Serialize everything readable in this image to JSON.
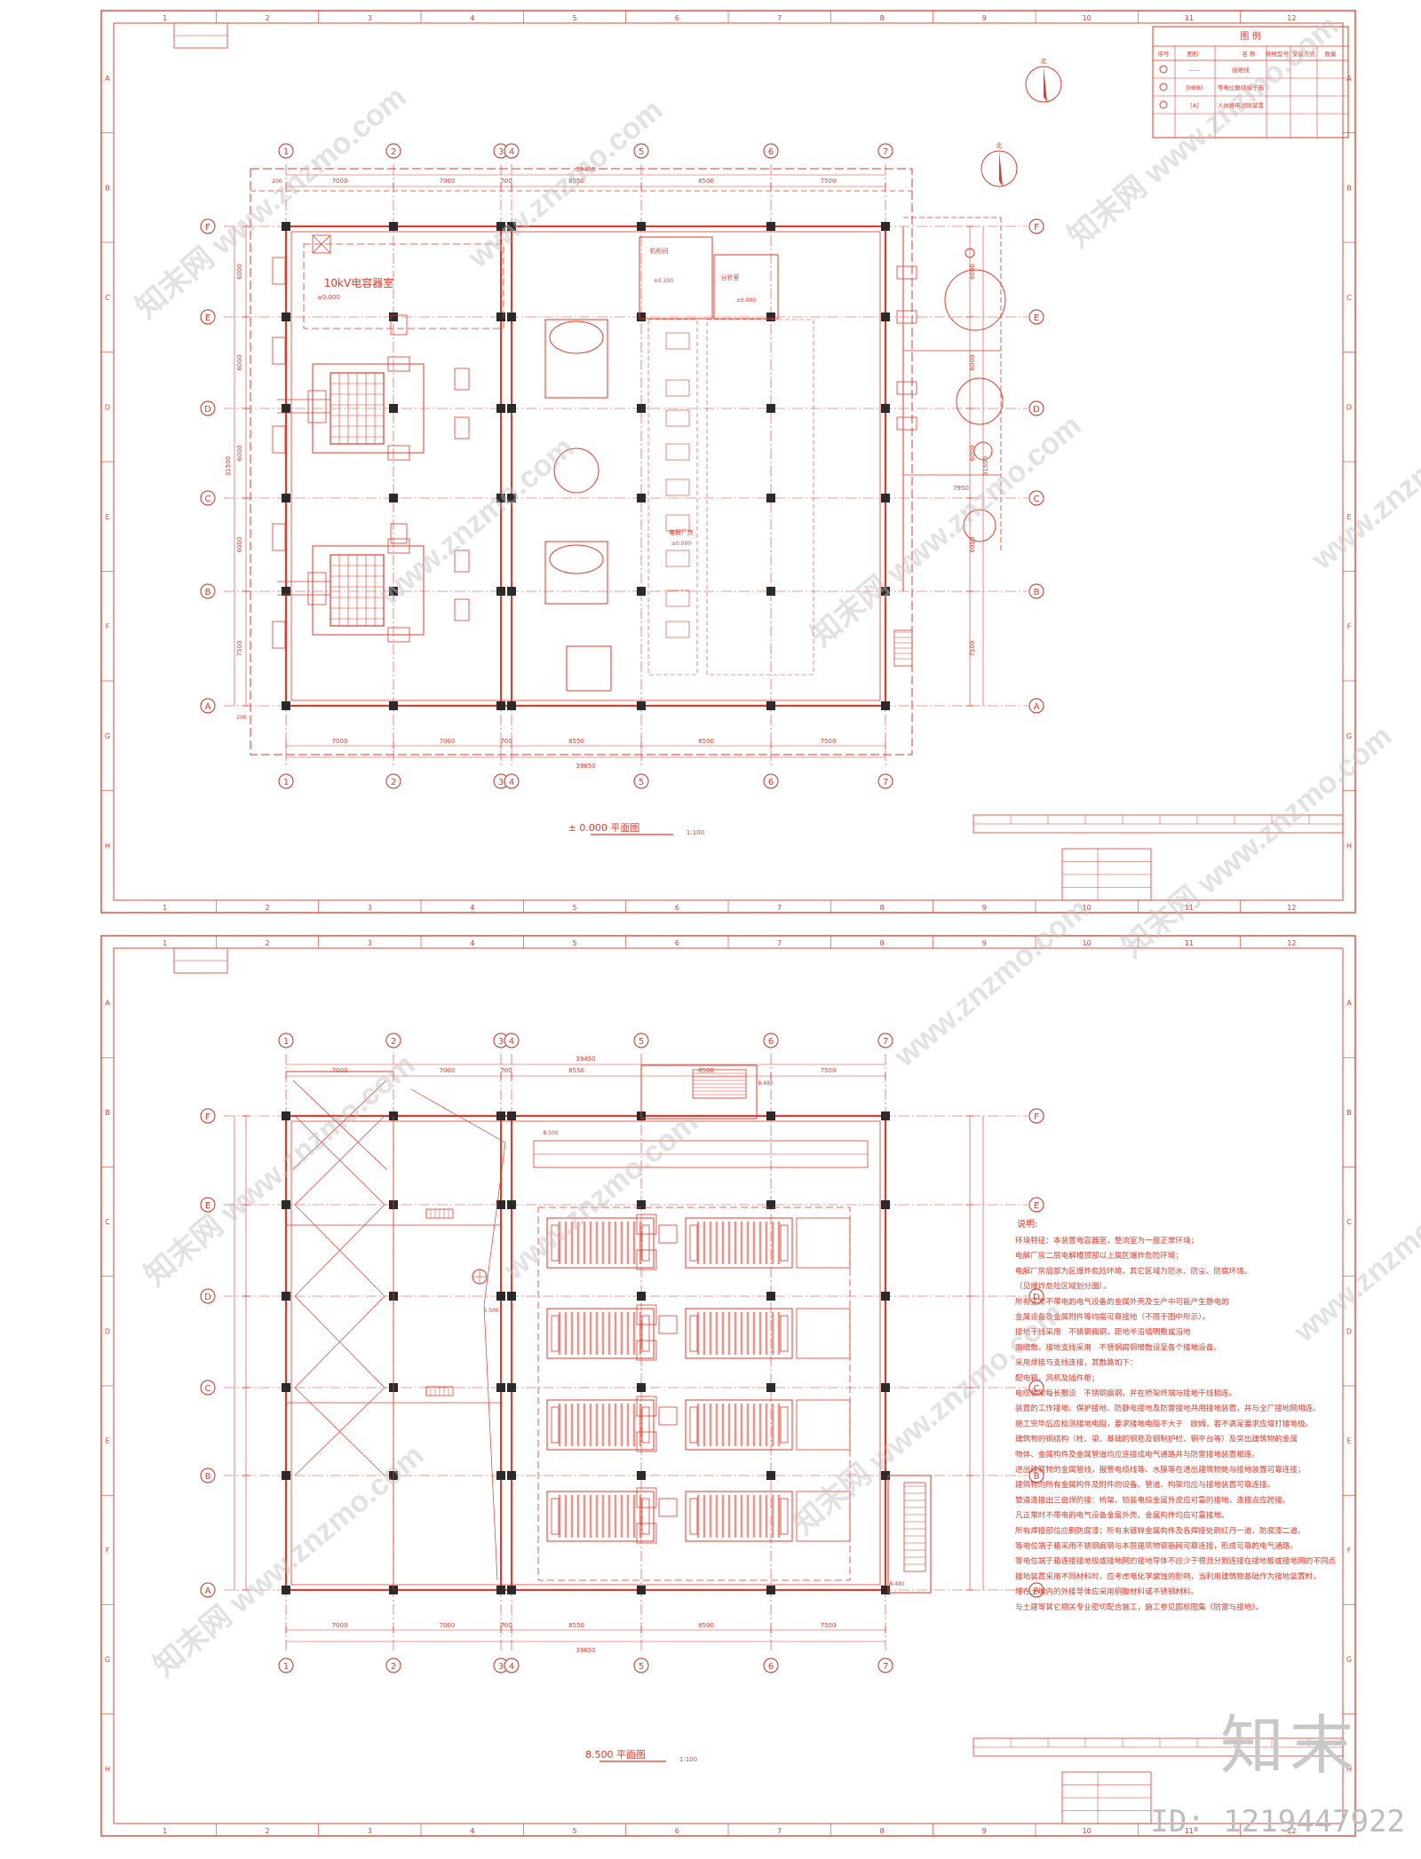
{
  "colors": {
    "line": "#e23a2a",
    "frame": "#d84a3a",
    "grid_axis": "#c23020",
    "watermark": "#c8c8c8"
  },
  "sheet1": {
    "plan_title": "± 0.000  平面图",
    "plan_scale": "1:100",
    "legend": {
      "title": "图 例",
      "headers": [
        "序号",
        "图形",
        "名 称",
        "规格型号",
        "安装方式",
        "数量"
      ],
      "rows": [
        {
          "symbol": "------",
          "name": "接地线"
        },
        {
          "symbol": "[MEB]",
          "name": "等电位联结端子箱"
        },
        {
          "symbol": "[A]",
          "name": "人体静电消除装置"
        }
      ]
    },
    "room_label": "10kV电容器室",
    "room_elev": "±0.000",
    "labels": [
      "机柜间",
      "±0.200",
      "分析室",
      "±0.000",
      "电解厂房",
      "±0.000",
      "7950"
    ],
    "dims_top": [
      "39450",
      "200",
      "7000",
      "7000",
      "700",
      "8550",
      "8500",
      "7500"
    ],
    "dims_bottom": [
      "7000",
      "7000",
      "700",
      "8550",
      "8500",
      "7500",
      "39650"
    ],
    "dims_left": [
      "6000",
      "6000",
      "6000",
      "6000",
      "7500",
      "200",
      "31500"
    ],
    "north": "北"
  },
  "sheet2": {
    "plan_title": "8.500  平面图",
    "plan_scale": "1:100",
    "dims_top": [
      "39450",
      "7000",
      "7000",
      "700",
      "8550",
      "8500",
      "7500"
    ],
    "dims_bottom": [
      "7000",
      "7000",
      "700",
      "8550",
      "8500",
      "7500",
      "39650"
    ],
    "elev_labels": [
      "8.480",
      "8.500",
      "5.500",
      "8.480"
    ],
    "notes_title": "说明:",
    "notes": [
      "环境特征：本装置电容器室，整流室为一般正常环境；",
      "电解厂房二层电解槽顶部以上属区爆炸危险环境；",
      "电解厂房局部为区爆炸危险环境，其它区域为防水、防尘、防腐环境。",
      "（见爆炸危险区域划分图）。",
      "所有正常不带电的电气设备的金属外壳及生产中可能产生静电的",
      "金属设备及金属附件等均需可靠接地（不限于图中所示）。",
      "接地干线采用　不锈钢扁钢，距地半沿墙明敷或沿地",
      "面暗敷。接地支线采用　不锈钢扁钢暗敷设至各个接地设备。",
      "采用焊接与支线连接，其敷路如下：",
      "配电箱，风机及插件柜；",
      "电缆桥架每长敷设　不锈钢扁钢，并在桥架终端与接地干线相连。",
      "装置的工作接地、保护接地、防静电接地及防雷接地共用接地装置，并与全厂接地网相连。",
      "施工完毕后应检测接地电阻，要求接地电阻不大于　欧姆，若不满足要求应增打接地极。",
      "建筑物的钢结构（柱、梁、基础的钢筋及钢制护栏、钢平台等）及突出建筑物的金属",
      "物体、金属构件及金属管道均应连接成电气通路并与防雷接地装置相连。",
      "进出建筑物的金属管线，报警电缆线等、水膜等在进出建筑物处与接地装置可靠连接；",
      "建筑物的所有金属构件及附件的设备、管道、构架均应与接地装置可靠连接。",
      "管道连接出三盘焊的接：桥架、铠装电缆金属外皮应可靠的接地，连接点应跨接。",
      "凡正常时不带电的电气设备金属外壳、金属构件均应可靠接地。",
      "所有焊接部位应刷防腐漆；所有未镀锌金属构件及各焊接处刷红丹一道，防腐漆二道。",
      "等电位端子箱采用不锈钢扁钢与本层建筑物钢筋网可靠连接，形成可靠的电气通路。",
      "等电位端子箱连接接地极或接地网的接地导体不应少于根且分别连接在接地板或接地网的不同点",
      "接地装置采用不同材料时，应考虑电化学腐蚀的影响，当利用建筑物基础作为接地装置时，",
      "埋在土壤内的外接导体应采用铜腹材料或不锈钢材料。",
      "与土建等其它相关专业密切配合施工，施工参见国标图集《防雷与接地》。"
    ]
  },
  "axes": {
    "cols": [
      "1",
      "2",
      "3",
      "4",
      "5",
      "6",
      "7"
    ],
    "rows": [
      "F",
      "E",
      "D",
      "C",
      "B",
      "A"
    ],
    "frame_cols": [
      "1",
      "2",
      "3",
      "4",
      "5",
      "6",
      "7",
      "8",
      "9",
      "10",
      "11",
      "12"
    ],
    "frame_rows": [
      "A",
      "B",
      "C",
      "D",
      "E",
      "F",
      "G",
      "H"
    ]
  },
  "watermark": "www.znzmo.com",
  "watermark_cn": "知末网",
  "brand": {
    "logo": "知末",
    "id": "ID: 1219447922"
  }
}
